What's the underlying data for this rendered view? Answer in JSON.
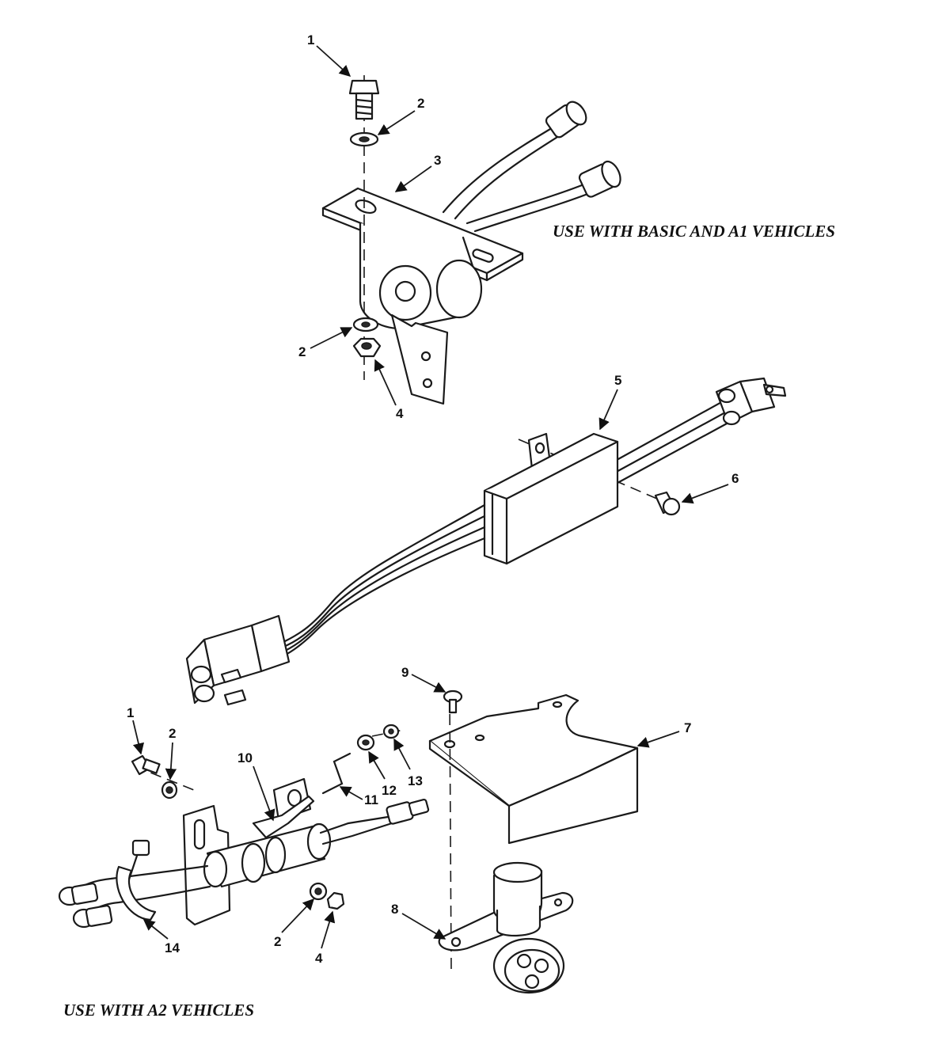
{
  "captions": {
    "basic_a1": "USE WITH BASIC AND A1 VEHICLES",
    "a2": "USE WITH A2 VEHICLES"
  },
  "callouts": {
    "c1_top": "1",
    "c2_top": "2",
    "c3": "3",
    "c2_mid": "2",
    "c4_mid": "4",
    "c5": "5",
    "c6": "6",
    "c9": "9",
    "c7": "7",
    "c1_low": "1",
    "c2_low": "2",
    "c10": "10",
    "c11": "11",
    "c12": "12",
    "c13": "13",
    "c14": "14",
    "c2_bot": "2",
    "c4_bot": "4",
    "c8": "8"
  }
}
